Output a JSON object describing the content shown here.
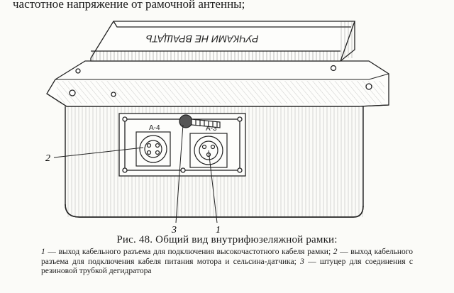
{
  "page": {
    "top_text_faded": "... ... ... ... ... ...",
    "top_text": "частотное напряжение от рамочной антенны;"
  },
  "figure": {
    "lid_text": "РУЧКАМИ НЕ ВРАЩАТЬ",
    "connector_left_label": "А-4",
    "connector_right_label": "А-3",
    "callouts": {
      "c1": "1",
      "c2": "2",
      "c3": "3"
    }
  },
  "caption": {
    "title": "Рис. 48. Общий вид внутрифюзеляжной рамки:",
    "line1_num": "1",
    "line1": " — выход кабельного разъема для подключения высокочастотного кабеля рамки;",
    "line2_num": "2",
    "line2": " — выход кабельного разъема для подключения кабеля питания мотора и сельсина-датчика;",
    "line3_num": "3",
    "line3": " — штуцер для соединения с резиновой трубкой дегидратора"
  }
}
